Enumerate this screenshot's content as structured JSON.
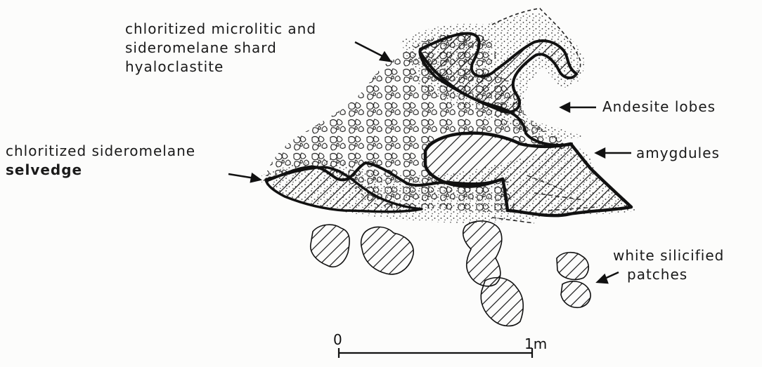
{
  "labels": {
    "hyaloclastite": [
      "chloritized microlitic and",
      "sideromelane shard",
      "hyaloclastite"
    ],
    "andesite_lobes": "Andesite lobes",
    "selvedge": [
      "chloritized sideromelane",
      "selvedge"
    ],
    "amygdules": "amygdules",
    "silicified": [
      "white silicified",
      "patches"
    ]
  },
  "scale_bar": {
    "start_label": "0",
    "end_label": "1m"
  }
}
